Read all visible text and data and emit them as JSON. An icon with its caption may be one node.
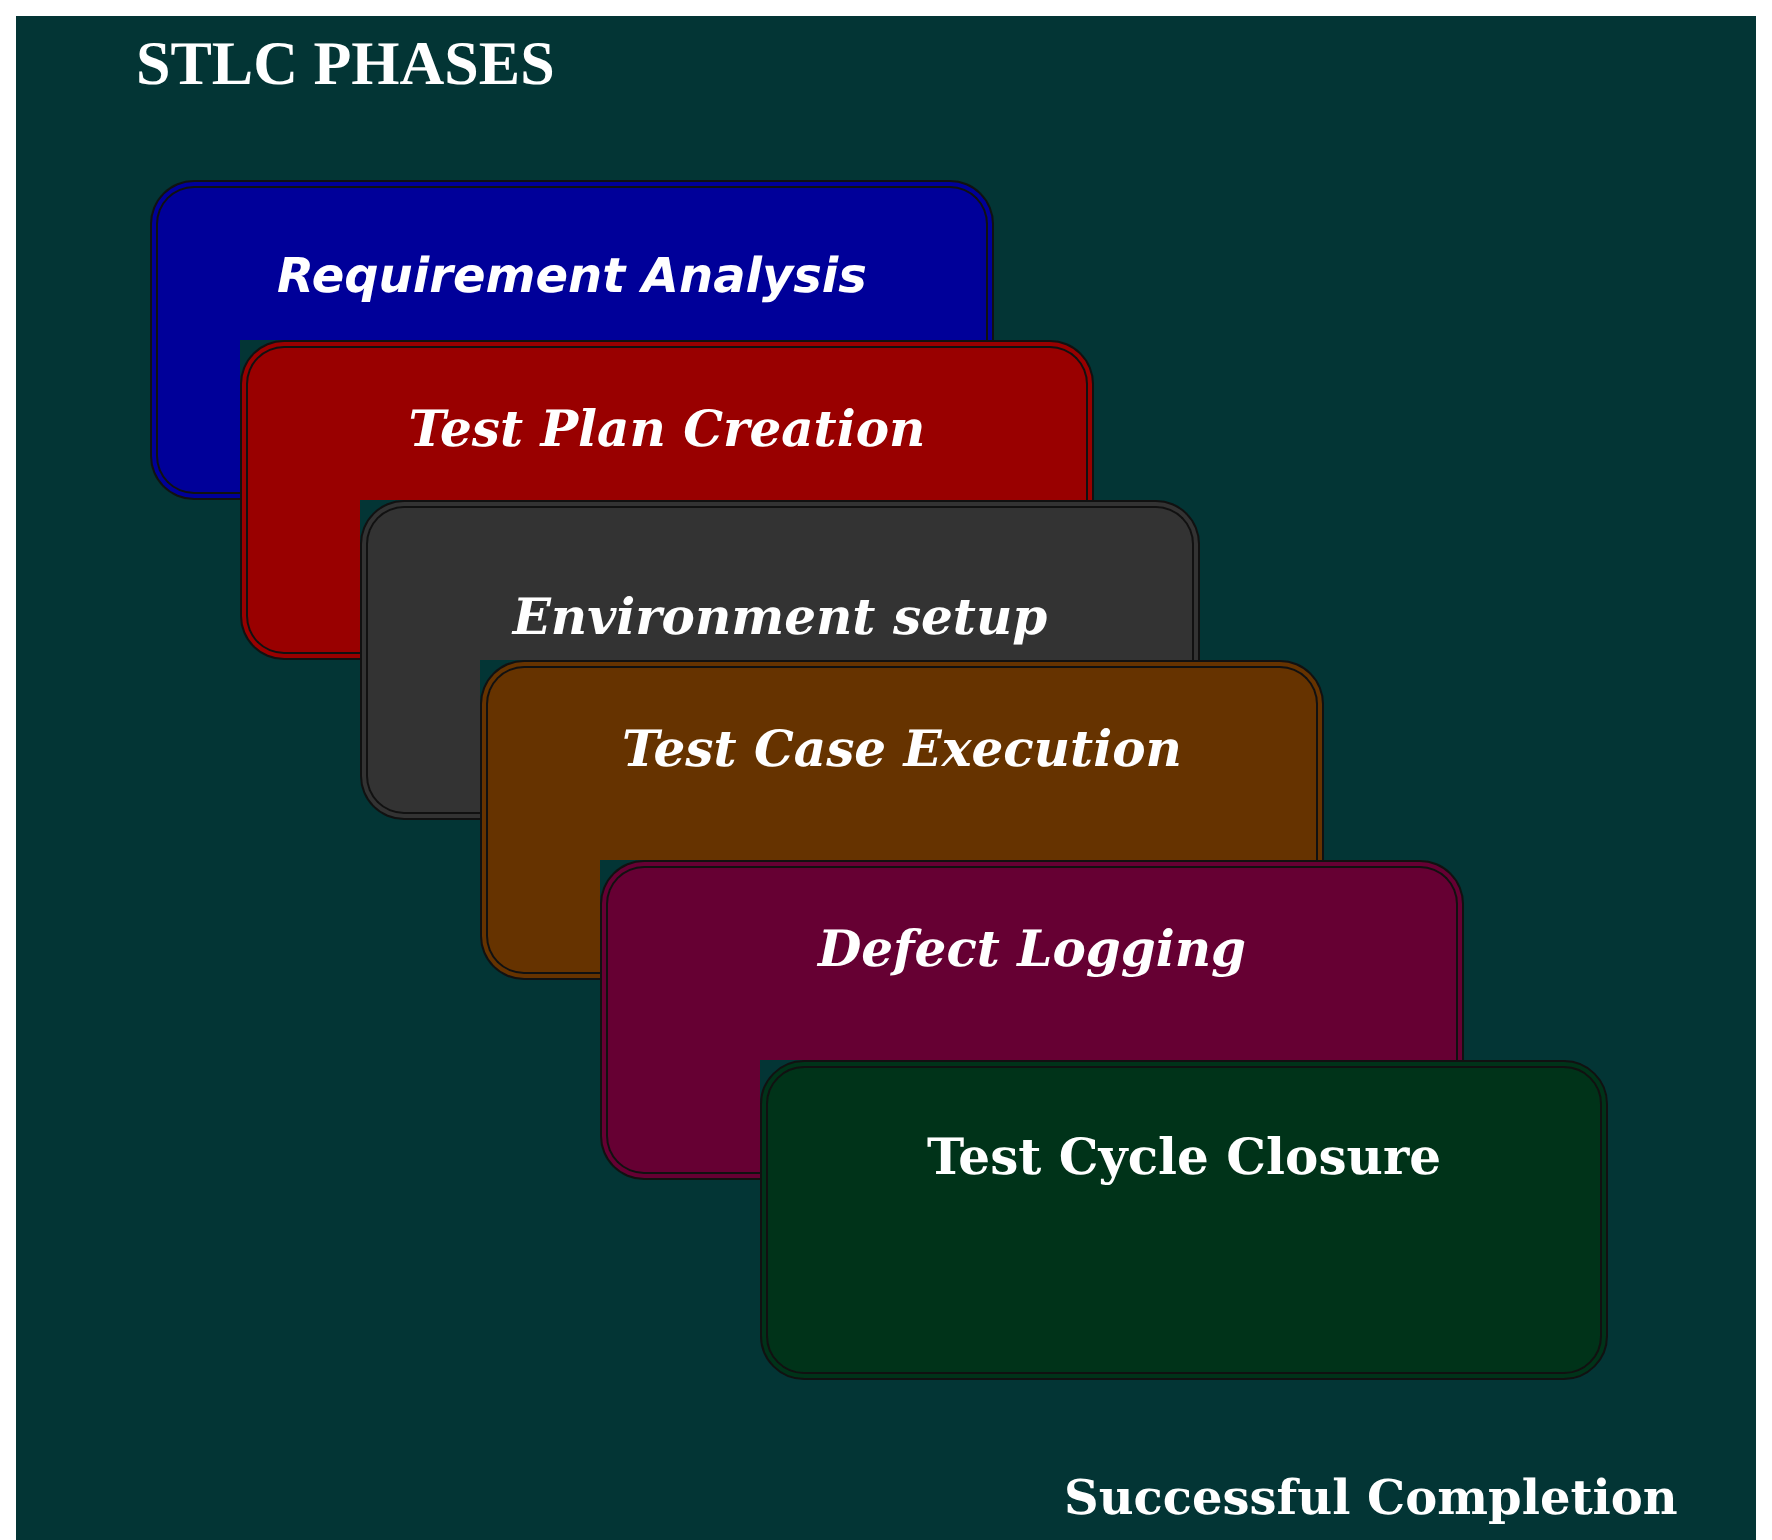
{
  "diagram": {
    "title": "STLC PHASES",
    "nodes": [
      {
        "text": [
          "Requirement Analysis"
        ]
      },
      {
        "text": [
          "Test Plan Creation"
        ]
      },
      {
        "text": [
          "Environment setup"
        ]
      },
      {
        "text": [
          "Test Case Execution"
        ]
      },
      {
        "text": [
          "Defect Logging"
        ]
      },
      {
        "text": [
          "Test Cycle Closure"
        ]
      }
    ],
    "labels": [
      "Successful Completion"
    ]
  }
}
